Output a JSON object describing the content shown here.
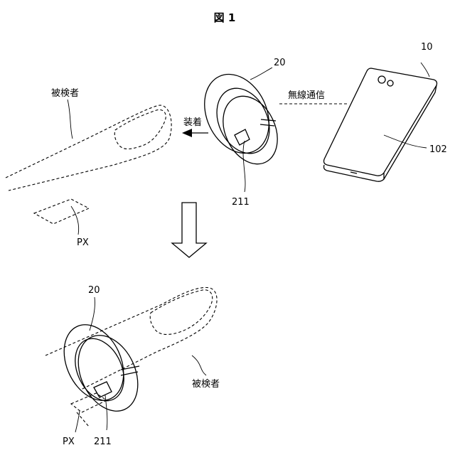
{
  "figure": {
    "title": "図 1"
  },
  "labels": {
    "phone_ref": "10",
    "phone_body_ref": "102",
    "ring_ref_top": "20",
    "ring_ref_bottom": "20",
    "sensor_ref_top": "211",
    "sensor_ref_bottom": "211",
    "subject_top": "被検者",
    "subject_bottom": "被検者",
    "px_top": "PX",
    "px_bottom": "PX",
    "wireless": "無線通信",
    "wear": "装着"
  }
}
